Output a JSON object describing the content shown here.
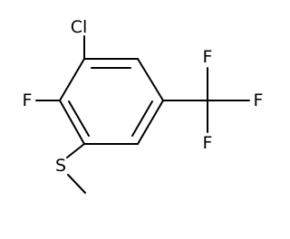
{
  "molecule": {
    "atom_labels": {
      "chlorine": "Cl",
      "fluorine_ring": "F",
      "sulfur": "S",
      "cf3_f_top": "F",
      "cf3_f_right": "F",
      "cf3_f_bottom": "F"
    },
    "colors": {
      "bond": "#000000",
      "label": "#000000",
      "background": "#ffffff"
    }
  }
}
